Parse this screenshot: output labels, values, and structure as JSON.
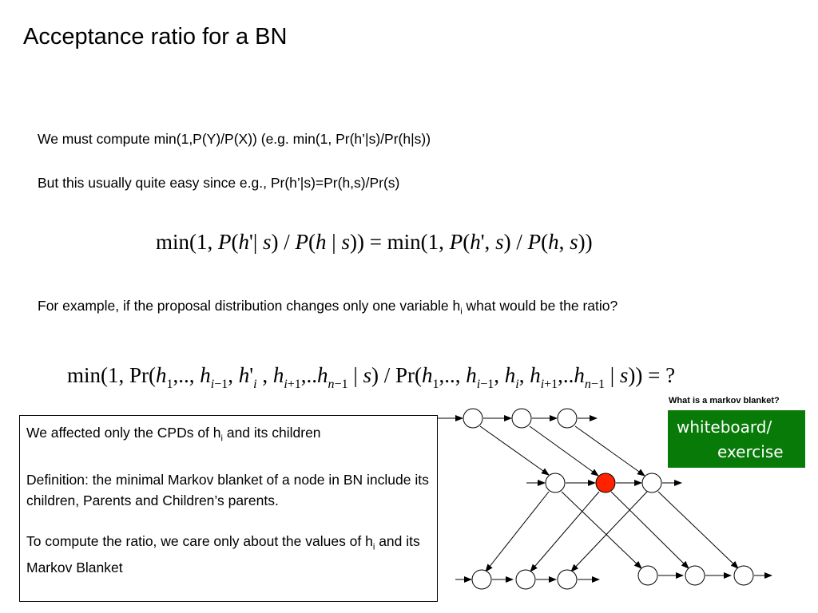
{
  "slide": {
    "title": "Acceptance ratio for a BN",
    "line1": "We must compute min(1,P(Y)/P(X)) (e.g. min(1, Pr(h’|s)/Pr(h|s))",
    "line2": "But this usually quite easy since e.g., Pr(h’|s)=Pr(h,s)/Pr(s)",
    "example_pre": "For example, if the proposal distribution changes only one variable h",
    "example_sub": "i",
    "example_post": " what would be the ratio?"
  },
  "box": {
    "p1_pre": "We affected only the CPDs of h",
    "p1_sub": "i",
    "p1_post": " and its children",
    "p2": "Definition: the minimal Markov blanket of a node in BN include its children, Parents and Children’s parents.",
    "p3_pre": "To compute the ratio, we care only about the values of h",
    "p3_sub": "i",
    "p3_post": " and its Markov Blanket"
  },
  "sidebar": {
    "question": "What is a markov blanket?",
    "whiteboard_line1": "whiteboard/",
    "whiteboard_line2": "exercise"
  },
  "colors": {
    "whiteboard_bg": "#087a08",
    "highlight_node": "#ff2200"
  }
}
